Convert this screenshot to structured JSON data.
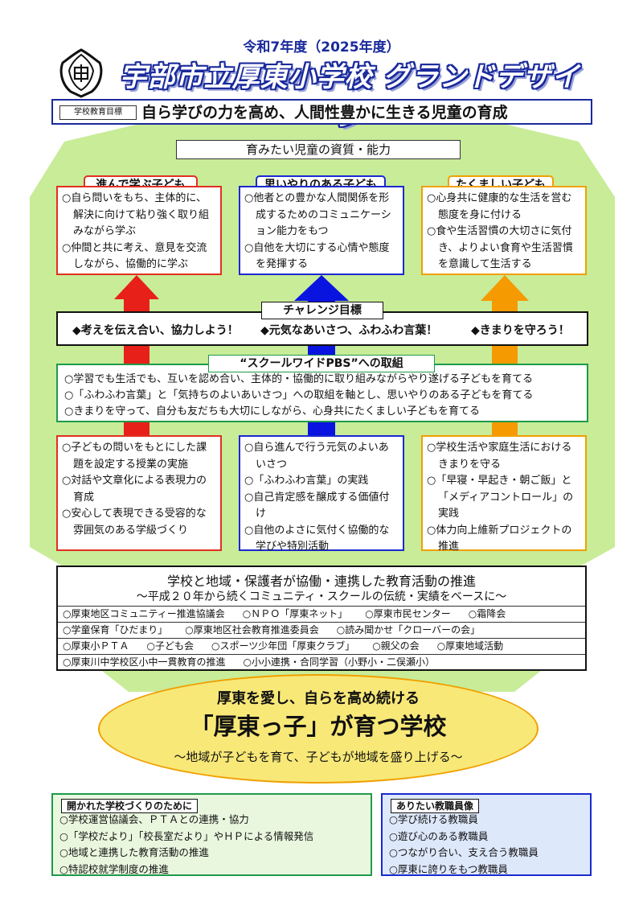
{
  "header": {
    "year": "令和7年度（2025年度）",
    "title": "宇部市立厚東小学校 グランドデザイン"
  },
  "goal": {
    "tag": "学校教育目標",
    "text": "自ら学びの力を高め、人間性豊かに生きる児童の育成"
  },
  "qualities": {
    "header": "育みたい児童の資質・能力",
    "columns": [
      {
        "label": "進んで学ぶ子ども",
        "items": [
          "○自ら問いをもち、主体的に、解決に向けて粘り強く取り組みながら学ぶ",
          "○仲間と共に考え、意見を交流しながら、協働的に学ぶ"
        ]
      },
      {
        "label": "思いやりのある子ども",
        "items": [
          "○他者との豊かな人間関係を形成するためのコミュニケーション能力をもつ",
          "○自他を大切にする心情や態度を発揮する"
        ]
      },
      {
        "label": "たくましい子ども",
        "items": [
          "○心身共に健康的な生活を営む態度を身に付ける",
          "○食や生活習慣の大切さに気付き、よりよい食育や生活習慣を意識して生活する"
        ]
      }
    ]
  },
  "challenge": {
    "label": "チャレンジ目標",
    "items": [
      "◆考えを伝え合い、協力しよう！",
      "◆元気なあいさつ、ふわふわ言葉！",
      "◆きまりを守ろう！"
    ]
  },
  "pbs": {
    "label": "“スクールワイドPBS”への取組",
    "items": [
      "○学習でも生活でも、互いを認め合い、主体的・協働的に取り組みながらやり遂げる子どもを育てる",
      "○「ふわふわ言葉」と「気持ちのよいあいさつ」への取組を軸とし、思いやりのある子どもを育てる",
      "○きまりを守って、自分も友だちも大切にしながら、心身共にたくましい子どもを育てる"
    ]
  },
  "actions": [
    [
      "○子どもの問いをもとにした課題を設定する授業の実施",
      "○対話や文章化による表現力の育成",
      "○安心して表現できる受容的な雰囲気のある学級づくり"
    ],
    [
      "○自ら進んで行う元気のよいあいさつ",
      "○「ふわふわ言葉」の実践",
      "○自己肯定感を醸成する価値付け",
      "○自他のよさに気付く協働的な学びや特別活動"
    ],
    [
      "○学校生活や家庭生活におけるきまりを守る",
      "○「早寝・早起き・朝ご飯」と「メディアコントロール」の実践",
      "○体力向上維新プロジェクトの推進"
    ]
  ],
  "community": {
    "title": "学校と地域・保護者が協働・連携した教育活動の推進",
    "subtitle": "～平成２０年から続くコミュニティ・スクールの伝統・実績をベースに～",
    "rows": [
      [
        "○厚東地区コミュニティー推進協議会",
        "○ＮＰＯ「厚東ネット」",
        "○厚東市民センター",
        "○霜降会"
      ],
      [
        "○学童保育「ひだまり」",
        "○厚東地区社会教育推進委員会",
        "○読み聞かせ「クローバーの会」"
      ],
      [
        "○厚東小ＰＴＡ",
        "○子ども会",
        "○スポーツ少年団「厚東クラブ」",
        "○親父の会",
        "○厚東地域活動"
      ],
      [
        "○厚東川中学校区小中一貫教育の推進",
        "○小小連携・合同学習（小野小・二俣瀬小）"
      ]
    ]
  },
  "vision": {
    "line1": "厚東を愛し、自らを高め続ける",
    "line2": "「厚東っ子」が育つ学校",
    "line3": "～地域が子どもを育て、子どもが地域を盛り上げる～"
  },
  "open_school": {
    "label": "開かれた学校づくりのために",
    "items": [
      "○学校運営協議会、ＰＴＡとの連携・協力",
      "○「学校だより」「校長室だより」やＨＰによる情報発信",
      "○地域と連携した教育活動の推進",
      "○特認校就学制度の推進"
    ]
  },
  "ideal_staff": {
    "label": "ありたい教職員像",
    "items": [
      "○学び続ける教職員",
      "○遊び心のある教職員",
      "○つながり合い、支え合う教職員",
      "○厚東に誇りをもつ教職員"
    ]
  },
  "colors": {
    "navy": "#1a2a9c",
    "green_bg": "#c8ec98",
    "green_border": "#1e9a4a",
    "red": "#e03020",
    "blue": "#1a2ad0",
    "orange": "#f0a000",
    "ellipse_fill": "#f8e878"
  }
}
